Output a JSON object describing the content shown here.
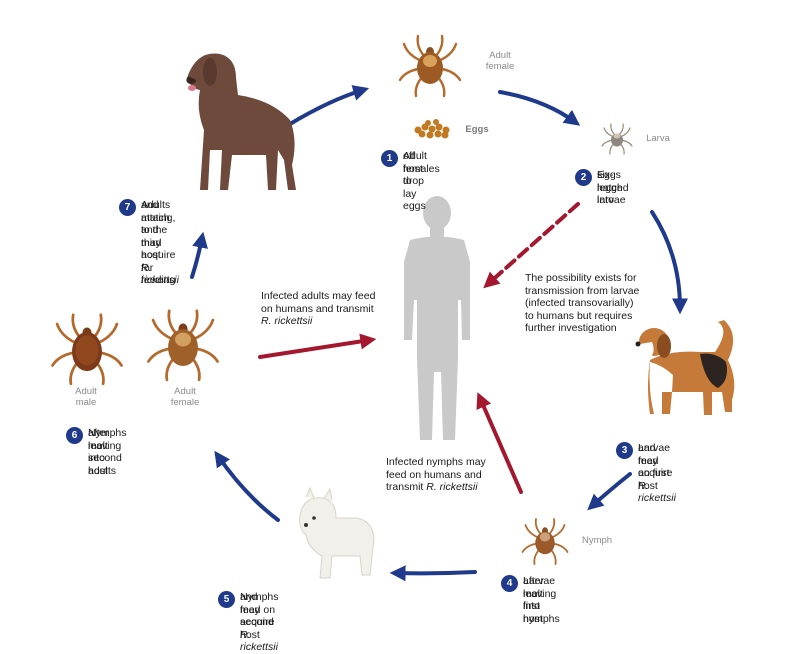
{
  "colors": {
    "cycle_arrow": "#1f3a8a",
    "human_arrow": "#a3182f",
    "badge": "#1f3a8a",
    "human": "#c9c9c9"
  },
  "labels": {
    "adult_female_top": [
      "Adult",
      "female"
    ],
    "eggs": "Eggs",
    "larva": "Larva",
    "nymph": "Nymph",
    "adult_male": [
      "Adult",
      "male"
    ],
    "adult_female_left": [
      "Adult",
      "female"
    ]
  },
  "steps": [
    {
      "num": "1",
      "lines": [
        "Adult females drop",
        "off host to lay eggs"
      ]
    },
    {
      "num": "2",
      "lines": [
        "Eggs hatch into",
        "six-legged larvae"
      ]
    },
    {
      "num": "3",
      "line1": "Larvae feed on first host",
      "line2_pre": "and may acquire ",
      "line2_italic": "R. rickettsii"
    },
    {
      "num": "4",
      "lines": [
        "Larvae molt into nymphs",
        "after leaving first host"
      ]
    },
    {
      "num": "5",
      "line1": "Nymphs feed on second host",
      "line2_pre": "and may acquire ",
      "line2_italic": "R. rickettsii"
    },
    {
      "num": "6",
      "lines": [
        "Nymphs molt into adults",
        "after leaving second host"
      ]
    },
    {
      "num": "7",
      "line1": "Adults attach to the third host for feeding",
      "line2_pre": "and mating, and may acquire ",
      "line2_italic": "R. rickettsii"
    }
  ],
  "human_notes": {
    "adults": {
      "lines": [
        "Infected adults may feed",
        "on humans and transmit"
      ],
      "italic": "R. rickettsii"
    },
    "nymphs": {
      "lines": [
        "Infected nymphs may",
        "feed on humans and"
      ],
      "pre": "transmit ",
      "italic": "R. rickettsii"
    },
    "larvae": {
      "lines": [
        "The possibility exists for",
        "transmission from larvae",
        "(infected transovarially)",
        "to humans but requires",
        "further investigation"
      ]
    }
  }
}
